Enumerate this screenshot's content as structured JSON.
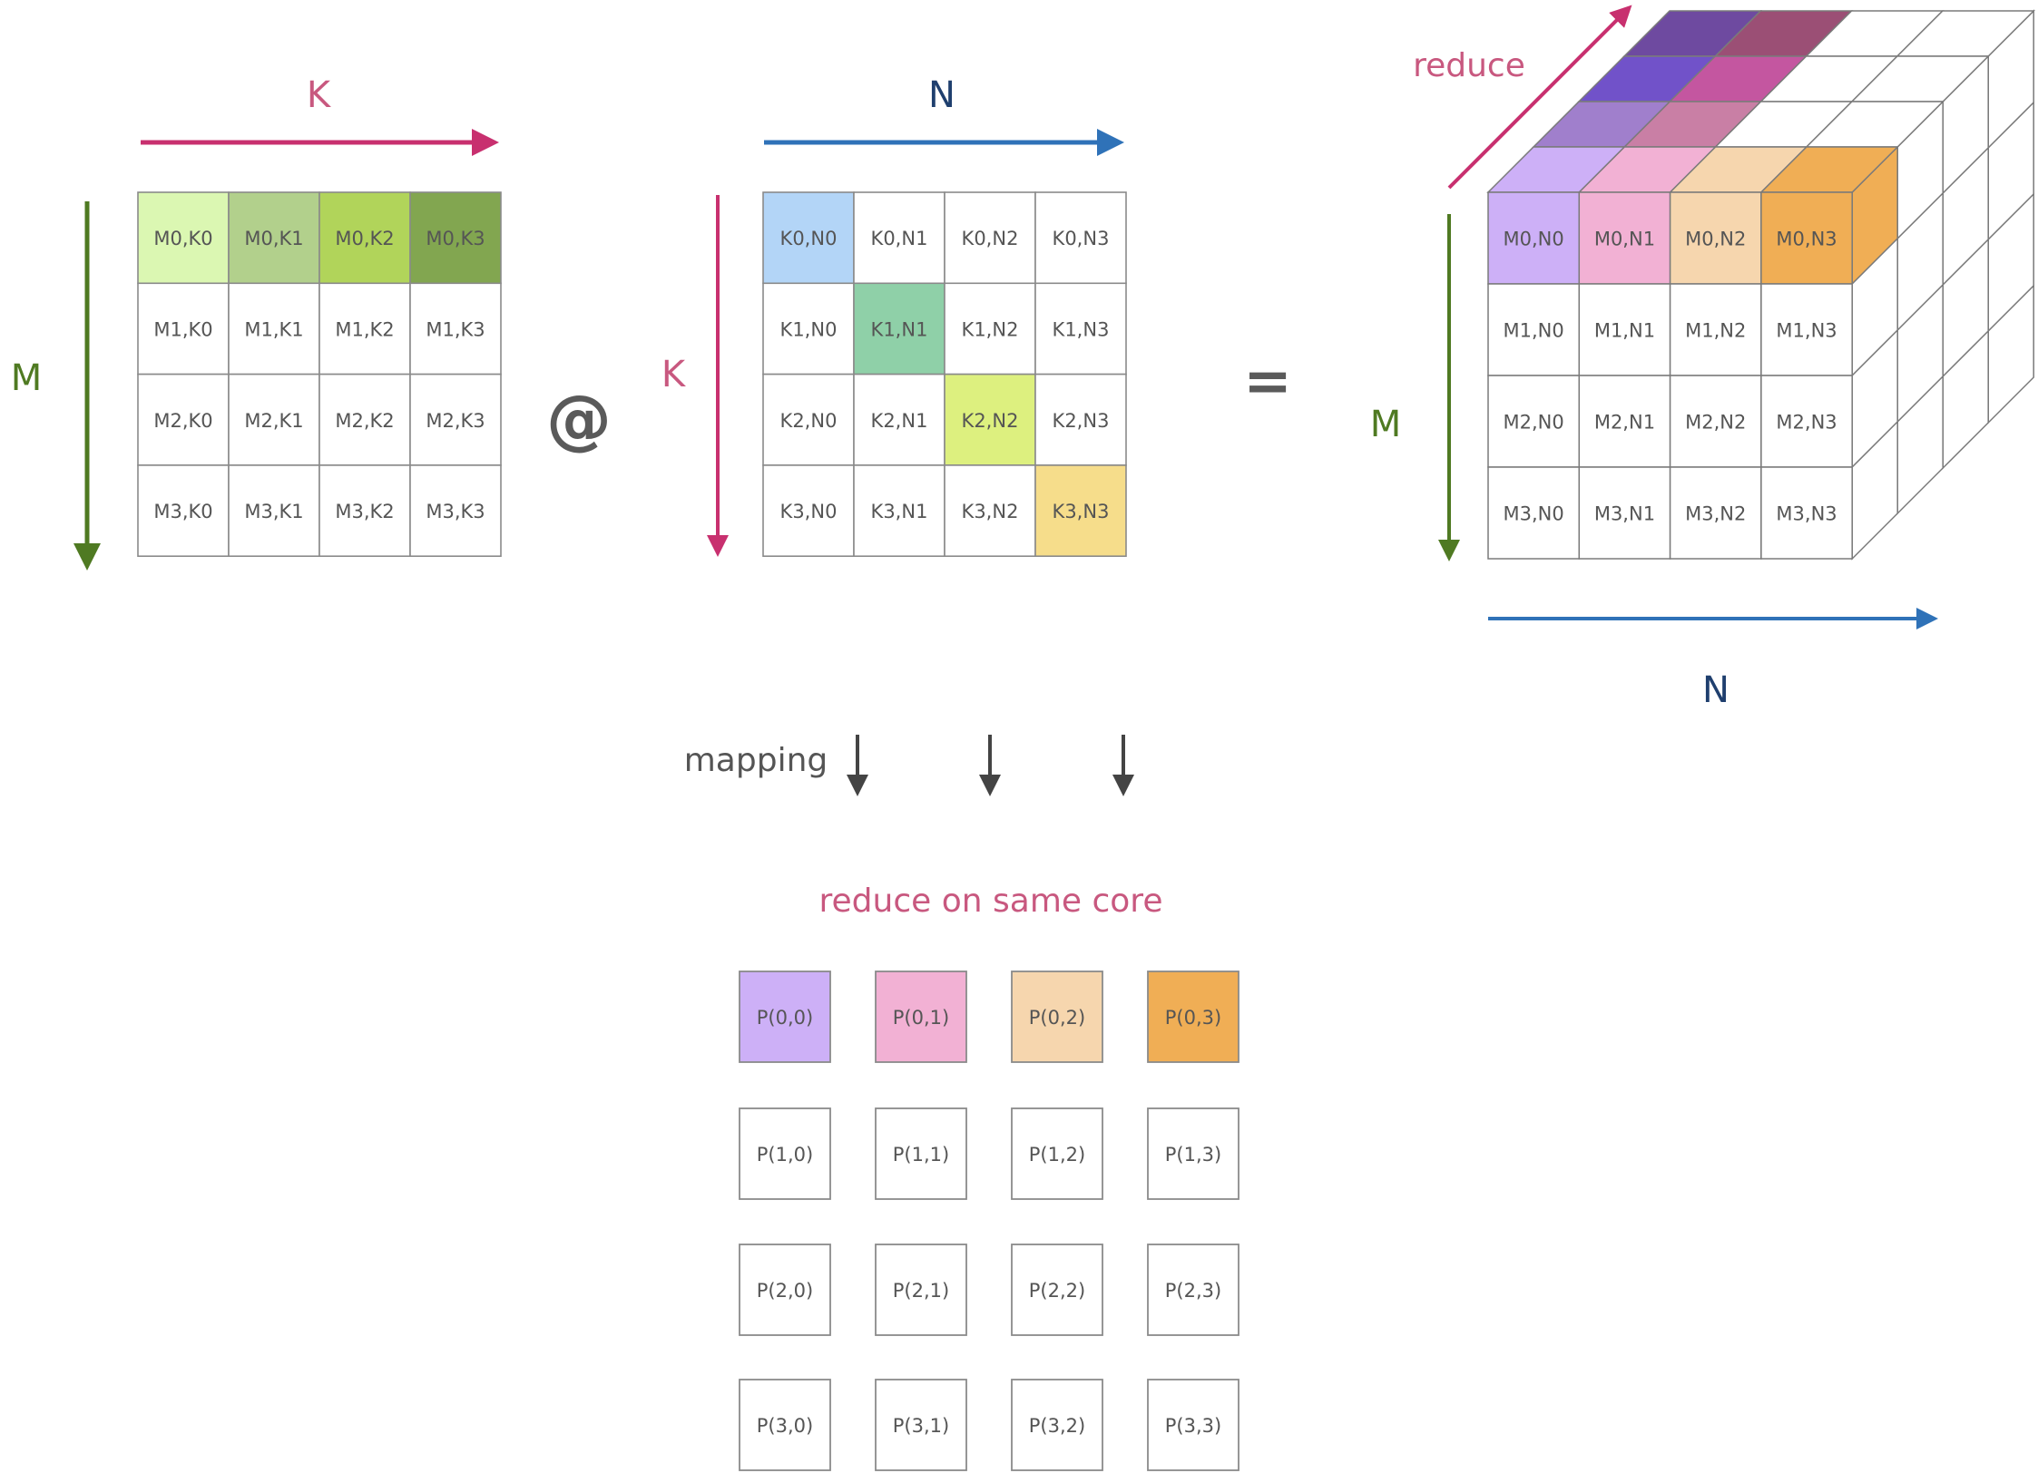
{
  "title": "Matrix multiplication with reduction mapped to cores",
  "colors": {
    "k_axis": "#c8306f",
    "n_axis": "#2f72b8",
    "n_label": "#1f3f6e",
    "m_axis": "#4f7a22",
    "k_label": "#c8587f",
    "operator": "#5a5a5a",
    "reduce_text": "#c8587f"
  },
  "matrix_a": {
    "row_axis_label": "M",
    "col_axis_label": "K",
    "cells": [
      [
        "M0,K0",
        "M0,K1",
        "M0,K2",
        "M0,K3"
      ],
      [
        "M1,K0",
        "M1,K1",
        "M1,K2",
        "M1,K3"
      ],
      [
        "M2,K0",
        "M2,K1",
        "M2,K2",
        "M2,K3"
      ],
      [
        "M3,K0",
        "M3,K1",
        "M3,K2",
        "M3,K3"
      ]
    ],
    "fills": [
      [
        "#dbf7b2",
        "#b2d08c",
        "#b1d45a",
        "#82a650"
      ],
      [
        "#ffffff",
        "#ffffff",
        "#ffffff",
        "#ffffff"
      ],
      [
        "#ffffff",
        "#ffffff",
        "#ffffff",
        "#ffffff"
      ],
      [
        "#ffffff",
        "#ffffff",
        "#ffffff",
        "#ffffff"
      ]
    ]
  },
  "operator_matmul": "@",
  "matrix_b": {
    "row_axis_label": "K",
    "col_axis_label": "N",
    "cells": [
      [
        "K0,N0",
        "K0,N1",
        "K0,N2",
        "K0,N3"
      ],
      [
        "K1,N0",
        "K1,N1",
        "K1,N2",
        "K1,N3"
      ],
      [
        "K2,N0",
        "K2,N1",
        "K2,N2",
        "K2,N3"
      ],
      [
        "K3,N0",
        "K3,N1",
        "K3,N2",
        "K3,N3"
      ]
    ],
    "fills": [
      [
        "#b3d5f7",
        "#ffffff",
        "#ffffff",
        "#ffffff"
      ],
      [
        "#ffffff",
        "#8fd0a8",
        "#ffffff",
        "#ffffff"
      ],
      [
        "#ffffff",
        "#ffffff",
        "#ddf07f",
        "#ffffff"
      ],
      [
        "#ffffff",
        "#ffffff",
        "#ffffff",
        "#f6dd8b"
      ]
    ]
  },
  "operator_equals": "=",
  "result_cube": {
    "row_axis_label": "M",
    "col_axis_label": "N",
    "depth_axis_label": "reduce",
    "cells": [
      [
        "M0,N0",
        "M0,N1",
        "M0,N2",
        "M0,N3"
      ],
      [
        "M1,N0",
        "M1,N1",
        "M1,N2",
        "M1,N3"
      ],
      [
        "M2,N0",
        "M2,N1",
        "M2,N2",
        "M2,N3"
      ],
      [
        "M3,N0",
        "M3,N1",
        "M3,N2",
        "M3,N3"
      ]
    ],
    "front_fills": [
      [
        "#cdb0f7",
        "#f2b1d4",
        "#f6d6ae",
        "#f0ae55"
      ],
      [
        "#ffffff",
        "#ffffff",
        "#ffffff",
        "#ffffff"
      ],
      [
        "#ffffff",
        "#ffffff",
        "#ffffff",
        "#ffffff"
      ],
      [
        "#ffffff",
        "#ffffff",
        "#ffffff",
        "#ffffff"
      ]
    ],
    "top_fills_by_depth": [
      [
        "#cdb0f7",
        "#f2b1d4",
        "#f6d6ae",
        "#f0ae55"
      ],
      [
        "#a07fcc",
        "#c97fa5",
        "#ffffff",
        "#ffffff"
      ],
      [
        "#7152c9",
        "#c456a0",
        "#ffffff",
        "#ffffff"
      ],
      [
        "#6e4aa0",
        "#9b4f75",
        "#ffffff",
        "#ffffff"
      ]
    ],
    "side_fill_top_layer": "#f0ae55"
  },
  "mapping": {
    "label": "mapping",
    "arrow_count": 3
  },
  "cores": {
    "title": "reduce on same core",
    "cells": [
      [
        "P(0,0)",
        "P(0,1)",
        "P(0,2)",
        "P(0,3)"
      ],
      [
        "P(1,0)",
        "P(1,1)",
        "P(1,2)",
        "P(1,3)"
      ],
      [
        "P(2,0)",
        "P(2,1)",
        "P(2,2)",
        "P(2,3)"
      ],
      [
        "P(3,0)",
        "P(3,1)",
        "P(3,2)",
        "P(3,3)"
      ]
    ],
    "fills": [
      [
        "#cdb0f7",
        "#f2b1d4",
        "#f6d6ae",
        "#f0ae55"
      ],
      [
        "#ffffff",
        "#ffffff",
        "#ffffff",
        "#ffffff"
      ],
      [
        "#ffffff",
        "#ffffff",
        "#ffffff",
        "#ffffff"
      ],
      [
        "#ffffff",
        "#ffffff",
        "#ffffff",
        "#ffffff"
      ]
    ]
  }
}
